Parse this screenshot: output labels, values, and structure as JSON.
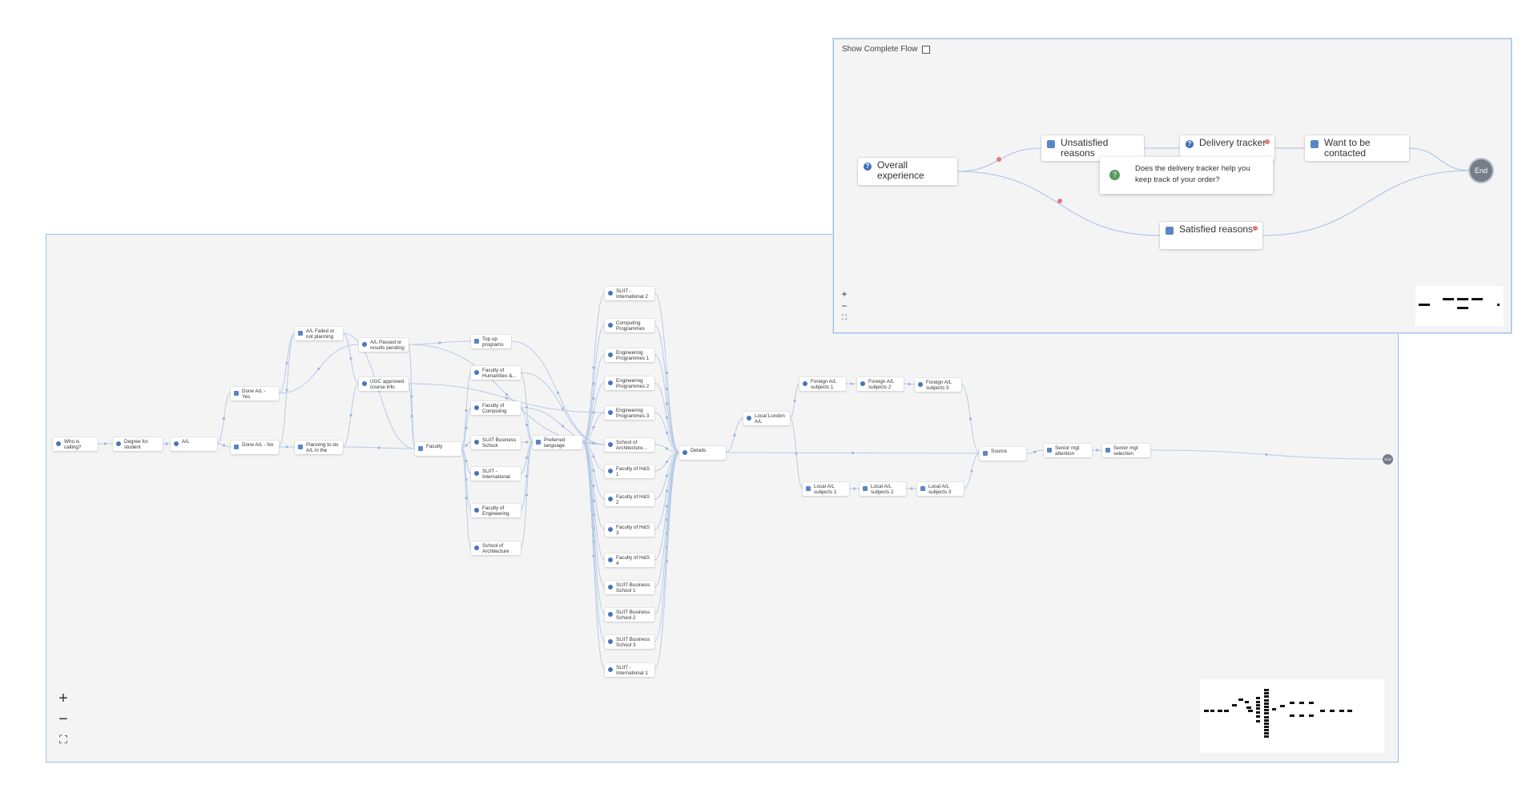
{
  "main": {
    "nodes": {
      "who_calling": "Who is calling?",
      "degree": "Degree for student",
      "al": "A/L",
      "done_yes": "Done A/L - Yes",
      "done_no": "Done A/L - No",
      "failed": "A/L Failed or not planning to do t...",
      "planning": "Planning to do A/L in the future",
      "passed": "A/L Passed or results pending",
      "ugc": "UGC approved course info",
      "faculty": "Faculty",
      "top_up": "Top up programs",
      "fac_hum": "Faculty of Humanities &...",
      "fac_comp": "Faculty of Computing",
      "sliit_bs": "SLIIT Business School",
      "sliit_int": "SLIIT - International",
      "fac_eng": "Faculty of Engineering",
      "school_arch": "School of Architecture",
      "pref_lang": "Preferred language",
      "c_int2": "SLIIT - International 2",
      "c_comp": "Computing Programmes",
      "c_eng1": "Engineering Programmes 1",
      "c_eng2": "Engineering Programmes 2",
      "c_eng3": "Engineering Programmes 3",
      "c_arch": "School of Architecture...",
      "c_hs1": "Faculty of H&S 1",
      "c_hs2": "Faculty of H&S 2",
      "c_hs3": "Faculty of H&S 3",
      "c_hs4": "Faculty of H&S 4",
      "c_bs1": "SLIIT Business School 1",
      "c_bs2": "SLIIT Business School 2",
      "c_bs3": "SLIIT Business School 3",
      "c_int1": "SLIIT - International 1",
      "details": "Details",
      "local_london": "Local London A/L",
      "foreign1": "Foreign A/L subjects 1",
      "foreign2": "Foreign A/L subjects 2",
      "foreign3": "Foreign A/L subjects 3",
      "local1": "Local A/L subjects 1",
      "local2": "Local A/L subjects 2",
      "local3": "Local A/L subjects 3",
      "source": "Source",
      "senior_att": "Senior mgt attention",
      "senior_sel": "Senior mgt selection",
      "end": "End"
    },
    "zoom": {
      "in": "+",
      "out": "−",
      "fit": "⛶"
    }
  },
  "inset": {
    "show_complete_flow": "Show Complete Flow",
    "nodes": {
      "overall": "Overall experience",
      "unsatisfied": "Unsatisfied reasons",
      "delivery": "Delivery tracker",
      "want": "Want to be contacted",
      "satisfied": "Satisfied reasons",
      "end": "End"
    },
    "tooltip": "Does the delivery tracker help you keep track of your order?",
    "zoom": {
      "in": "+",
      "out": "−",
      "fit": "⛶"
    }
  },
  "icons": {
    "question": "question-icon",
    "list": "list-icon",
    "end": "end-node"
  },
  "colors": {
    "edge": "#b7cbe6",
    "accent": "#4a74b8",
    "frame": "#9ec0e8",
    "status_dot": "#e07b7b"
  }
}
